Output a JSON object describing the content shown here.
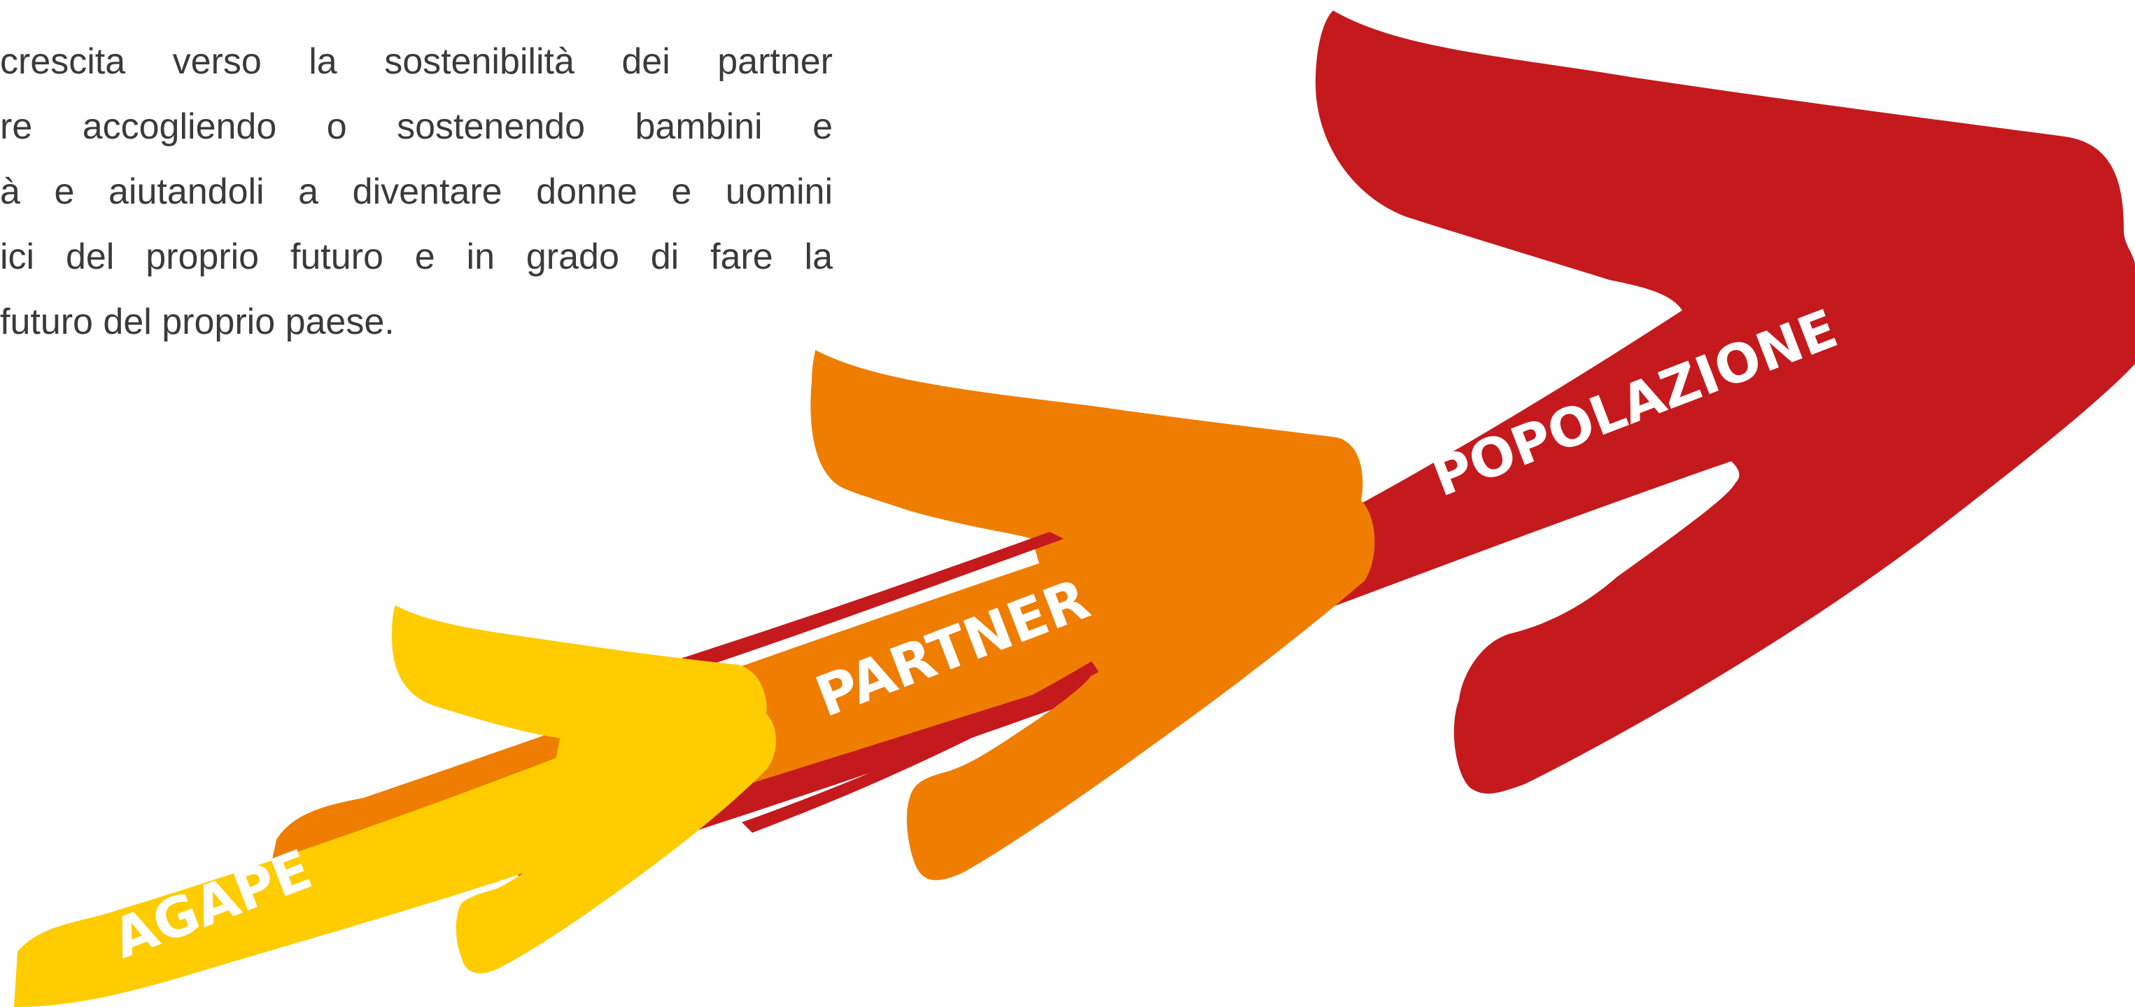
{
  "intro_text": {
    "lines": [
      "crescita verso la sostenibilità dei partner",
      "re accogliendo o sostenendo bambini e",
      "à e aiutandoli a diventare donne e uomini",
      "ici del proprio futuro e in grado di fare la",
      "futuro del proprio paese."
    ]
  },
  "arrows": {
    "agape": {
      "label": "AGAPE",
      "color": "#FFCC00"
    },
    "partner": {
      "label": "PARTNER",
      "color": "#EE7D00"
    },
    "popolazione": {
      "label": "POPOLAZIONE",
      "color": "#C41A1D"
    }
  }
}
